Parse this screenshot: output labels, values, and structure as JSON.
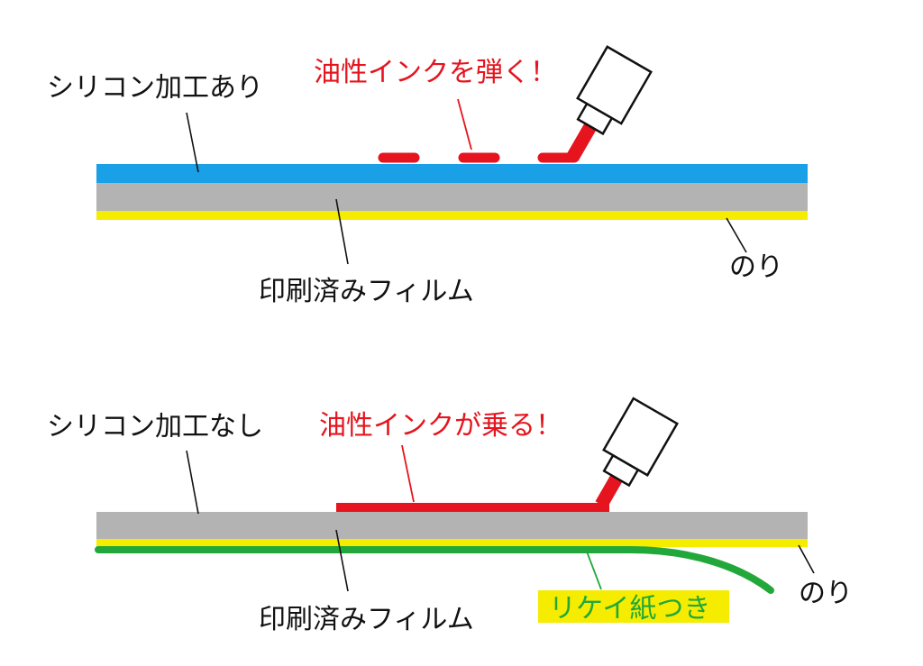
{
  "colors": {
    "silicone": "#1aa0e6",
    "film": "#b3b3b3",
    "glue": "#f5ec00",
    "ink": "#e5141e",
    "ink_text": "#e5141e",
    "release_paper": "#22a83a",
    "release_label_bg": "#f5ec00",
    "release_label_text": "#22a83a"
  },
  "top": {
    "silicone_label": "シリコン加工あり",
    "ink_result_label": "油性インクを弾く！",
    "film_label": "印刷済みフィルム",
    "glue_label": "のり"
  },
  "bottom": {
    "silicone_label": "シリコン加工なし",
    "ink_result_label": "油性インクが乗る！",
    "film_label": "印刷済みフィルム",
    "release_paper_label": "リケイ紙つき",
    "glue_label": "のり"
  }
}
